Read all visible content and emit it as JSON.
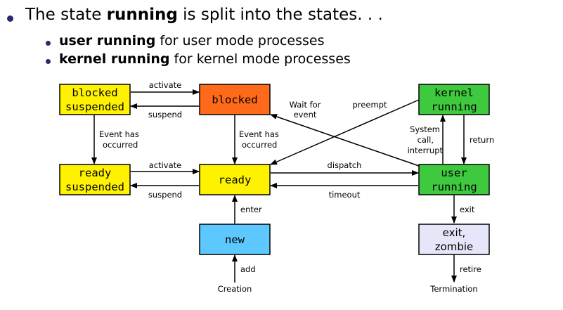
{
  "bullets": {
    "main": {
      "pre": "The state ",
      "bold": "running",
      "post": " is split into the states. . ."
    },
    "sub": [
      {
        "bold": "user running",
        "post": " for user mode processes"
      },
      {
        "bold": "kernel running",
        "post": " for kernel mode processes"
      }
    ]
  },
  "colors": {
    "yellow": "#FFF200",
    "orange": "#FF6A1A",
    "green": "#3EC93E",
    "blue": "#5CC8FF",
    "lavender": "#E6E6FA",
    "bullet": "#2A2A6E"
  },
  "states": {
    "blocked_suspended": [
      "blocked",
      "suspended"
    ],
    "blocked": [
      "blocked"
    ],
    "kernel_running": [
      "kernel",
      "running"
    ],
    "ready_suspended": [
      "ready",
      "suspended"
    ],
    "ready": [
      "ready"
    ],
    "user_running": [
      "user",
      "running"
    ],
    "new": [
      "new"
    ],
    "exit_zombie": [
      "exit,",
      "zombie"
    ]
  },
  "labels": {
    "activate_top": "activate",
    "suspend_top": "suspend",
    "wait_for_event": [
      "Wait for",
      "event"
    ],
    "preempt": "preempt",
    "event_left": [
      "Event has",
      "occurred"
    ],
    "event_mid": [
      "Event has",
      "occurred"
    ],
    "system_call": [
      "System",
      "call,",
      "interrupt"
    ],
    "return": "return",
    "activate_bottom": "activate",
    "suspend_bottom": "suspend",
    "dispatch": "dispatch",
    "timeout": "timeout",
    "enter": "enter",
    "exit": "exit",
    "add": "add",
    "retire": "retire",
    "creation": "Creation",
    "termination": "Termination"
  }
}
